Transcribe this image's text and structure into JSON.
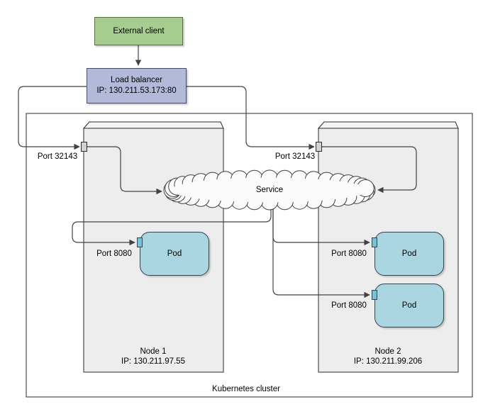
{
  "diagram": {
    "external_client": {
      "label": "External client"
    },
    "load_balancer": {
      "label": "Load balancer",
      "ip": "IP: 130.211.53.173:80"
    },
    "service": {
      "label": "Service"
    },
    "cluster": {
      "label": "Kubernetes cluster"
    },
    "nodes": [
      {
        "name": "Node 1",
        "ip": "IP: 130.211.97.55",
        "port_label": "Port 32143",
        "pods": [
          {
            "label": "Pod",
            "port_label": "Port 8080"
          }
        ]
      },
      {
        "name": "Node 2",
        "ip": "IP: 130.211.99.206",
        "port_label": "Port 32143",
        "pods": [
          {
            "label": "Pod",
            "port_label": "Port 8080"
          },
          {
            "label": "Pod",
            "port_label": "Port 8080"
          }
        ]
      }
    ],
    "colors": {
      "client_fill": "#a6cd8e",
      "client_stroke": "#55713f",
      "lb_fill": "#b2b9d9",
      "lb_stroke": "#454f66",
      "node_fill": "#ededed",
      "node_top_fill": "#f4f4f4",
      "node_stroke": "#2b2b2b",
      "pod_fill": "#a9d6e1",
      "pod_stroke": "#35454c",
      "pod_port_fill": "#77c3d6",
      "node_port_fill": "#d2d2d2",
      "cloud_fill": "#fbfbfb",
      "line": "#424242"
    }
  }
}
